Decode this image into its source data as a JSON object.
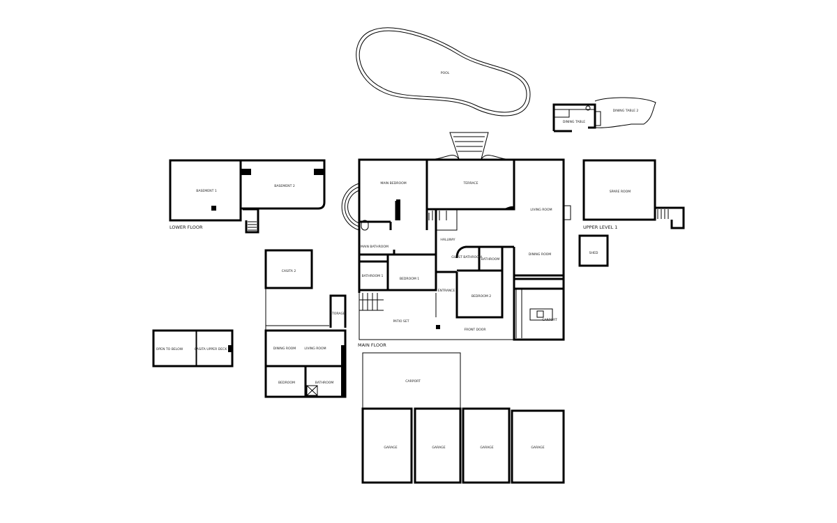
{
  "floors": {
    "main": "MAIN FLOOR",
    "lower": "LOWER FLOOR",
    "upper": "UPPER LEVEL 1"
  },
  "rooms": {
    "pool": "POOL",
    "dining_table": "DINING TABLE",
    "dining_table_2": "DINING TABLE 2",
    "main_bedroom": "MAIN BEDROOM",
    "terrace": "TERRACE",
    "living_room": "LIVING ROOM",
    "hallway": "HALLWAY",
    "main_bathroom": "MAIN BATHROOM",
    "guest_bathroom": "GUEST BATHROOM",
    "bathroom": "BATHROOM",
    "dining_room": "DINING ROOM",
    "bathroom_1": "BATHROOM 1",
    "bedroom_1": "BEDROOM 1",
    "entrance": "ENTRANCE",
    "bedroom_2": "BEDROOM 2",
    "kitchen_carport": "CARPORT",
    "patio_set": "PATIO SET",
    "front_door": "FRONT DOOR",
    "basement_1": "BASEMENT 1",
    "basement_2": "BASEMENT 2",
    "casita_2": "CASITA 2",
    "storage": "STORAGE",
    "casita_dining_room": "DINING ROOM",
    "casita_living_room": "LIVING ROOM",
    "casita_bedroom": "BEDROOM",
    "casita_bathroom": "BATHROOM",
    "open_to_below": "OPEN TO BELOW",
    "casita_upper_deck": "CASITA UPPER DECK",
    "spare_room": "SPARE ROOM",
    "shed": "SHED",
    "carport": "CARPORT",
    "garages": [
      "GARAGE",
      "GARAGE",
      "GARAGE",
      "GARAGE"
    ]
  }
}
